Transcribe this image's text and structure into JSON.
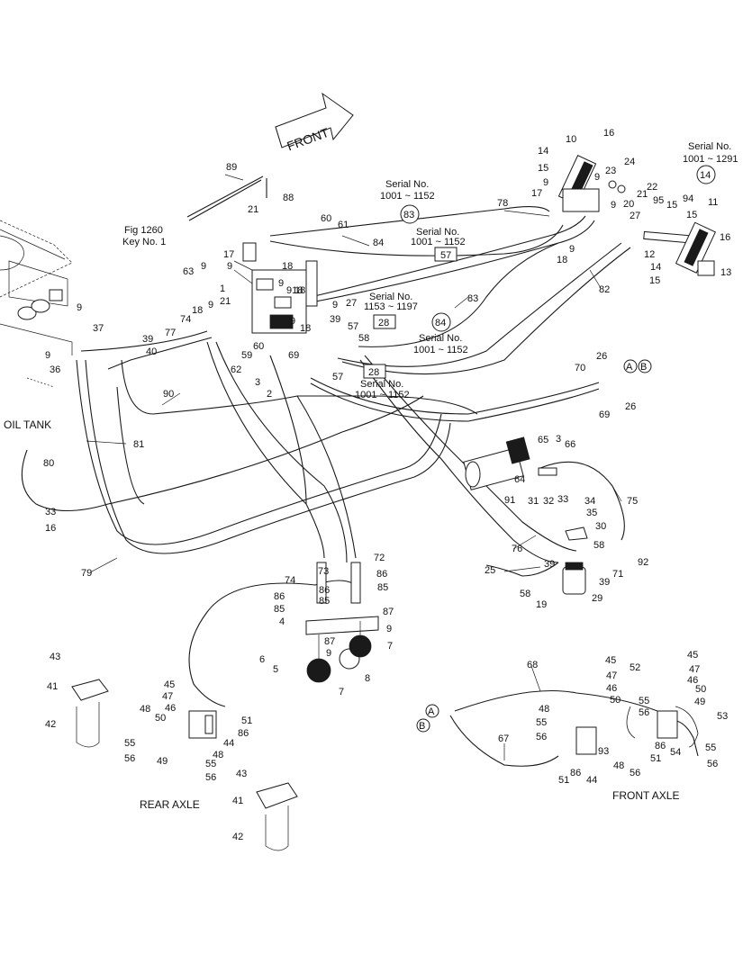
{
  "title": {
    "front": "FRONT"
  },
  "sections": {
    "oil_tank": "OIL TANK",
    "rear_axle": "REAR AXLE",
    "front_axle": "FRONT AXLE"
  },
  "references": {
    "fig_line1": "Fig 1260",
    "fig_line2": "Key No. 1"
  },
  "serial_notes": [
    {
      "line1": "Serial No.",
      "line2": "1001 ~ 1152"
    },
    {
      "line1": "Serial No.",
      "line2": "1001 ~ 1152"
    },
    {
      "line1": "Serial No.",
      "line2": "1153 ~ 1197"
    },
    {
      "line1": "Serial No.",
      "line2": "1001 ~ 1152"
    },
    {
      "line1": "Serial No.",
      "line2": "1001 ~ 1152"
    },
    {
      "line1": "Serial No.",
      "line2": "1001 ~ 1291"
    }
  ],
  "circled_refs": [
    "83",
    "84",
    "14"
  ],
  "boxed_refs": [
    "57",
    "28",
    "28"
  ],
  "connector_refs": [
    "A",
    "B",
    "A",
    "B"
  ],
  "callouts": {
    "c89": "89",
    "c88": "88",
    "c21a": "21",
    "c60": "60",
    "c61": "61",
    "c63": "63",
    "c9a": "9",
    "c17a": "17",
    "c9b": "9",
    "c18a": "18",
    "c1": "1",
    "c21b": "21",
    "c18b": "18",
    "c9c": "9",
    "c918": "918",
    "c9d": "9",
    "c27a": "27",
    "c18c": "18",
    "c9e": "9",
    "c74a": "74",
    "c59": "59",
    "c60b": "60",
    "c9f": "9",
    "c18d": "18",
    "c39a": "39",
    "c58a": "58",
    "c62": "62",
    "c69a": "69",
    "c3a": "3",
    "c2": "2",
    "c9g": "9",
    "c37": "37",
    "c39b": "39",
    "c40": "40",
    "c9h": "9",
    "c36": "36",
    "c77": "77",
    "c90": "90",
    "c81": "81",
    "c80": "80",
    "c33a": "33",
    "c16a": "16",
    "c79": "79",
    "c78": "78",
    "c16b": "16",
    "c10": "10",
    "c14a": "14",
    "c15a": "15",
    "c23": "23",
    "c24": "24",
    "c22": "22",
    "c21c": "21",
    "c20": "20",
    "c9i": "9",
    "c17b": "17",
    "c9j": "9",
    "c9k": "9",
    "c27b": "27",
    "c9l": "9",
    "c18e": "18",
    "c95": "95",
    "c15b": "15",
    "c94": "94",
    "c11": "11",
    "c16c": "16",
    "c15c": "15",
    "c12": "12",
    "c14b": "14",
    "c15d": "15",
    "c13": "13",
    "c82": "82",
    "c83": "83",
    "c84": "84",
    "c57a": "57",
    "c57b": "57",
    "c70": "70",
    "c26a": "26",
    "c26b": "26",
    "c69b": "69",
    "c65": "65",
    "c3b": "3",
    "c66": "66",
    "c64": "64",
    "c91": "91",
    "c75": "75",
    "c31": "31",
    "c32": "32",
    "c33b": "33",
    "c34": "34",
    "c35": "35",
    "c30": "30",
    "c76": "76",
    "c58b": "58",
    "c92": "92",
    "c71": "71",
    "c39c": "39",
    "c25": "25",
    "c39d": "39",
    "c58c": "58",
    "c19": "19",
    "c29": "29",
    "c72": "72",
    "c73": "73",
    "c74b": "74",
    "c86a": "86",
    "c85a": "85",
    "c86b": "86",
    "c85b": "85",
    "c86c": "86",
    "c85c": "85",
    "c4": "4",
    "c87a": "87",
    "c9m": "9",
    "c87b": "87",
    "c9n": "9",
    "c6": "6",
    "c5": "5",
    "c7a": "7",
    "c7b": "7",
    "c8": "8",
    "c43a": "43",
    "c41a": "41",
    "c42a": "42",
    "c45a": "45",
    "c47a": "47",
    "c46a": "46",
    "c48a": "48",
    "c50a": "50",
    "c55a": "55",
    "c56a": "56",
    "c49a": "49",
    "c51a": "51",
    "c86d": "86",
    "c44a": "44",
    "c48b": "48",
    "c55b": "55",
    "c56b": "56",
    "c43b": "43",
    "c41b": "41",
    "c42b": "42",
    "c68": "68",
    "c67": "67",
    "c48c": "48",
    "c55c": "55",
    "c56c": "56",
    "c50b": "50",
    "c45b": "45",
    "c47b": "47",
    "c46b": "46",
    "c52": "52",
    "c55d": "55",
    "c56d": "56",
    "c93": "93",
    "c86e": "86",
    "c51b": "51",
    "c48d": "48",
    "c56e": "56",
    "c51c": "51",
    "c86f": "86",
    "c44b": "44",
    "c45c": "45",
    "c47c": "47",
    "c46c": "46",
    "c50c": "50",
    "c49b": "49",
    "c53": "53",
    "c54": "54",
    "c55e": "55",
    "c56f": "56",
    "c55f": "55",
    "c56g": "56"
  }
}
